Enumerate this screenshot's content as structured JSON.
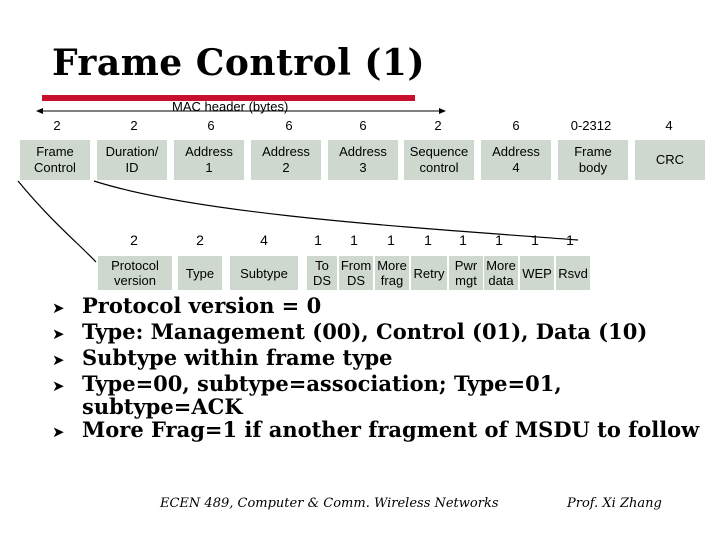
{
  "title": "Frame Control (1)",
  "mac_header_label": "MAC header (bytes)",
  "frame_sizes": [
    "2",
    "2",
    "6",
    "6",
    "6",
    "2",
    "6",
    "0-2312",
    "4"
  ],
  "frame_fields": [
    [
      "Frame",
      "Control"
    ],
    [
      "Duration/",
      "ID"
    ],
    [
      "Address",
      "1"
    ],
    [
      "Address",
      "2"
    ],
    [
      "Address",
      "3"
    ],
    [
      "Sequence",
      "control"
    ],
    [
      "Address",
      "4"
    ],
    [
      "Frame",
      "body"
    ],
    [
      "CRC",
      ""
    ]
  ],
  "fc_sizes": [
    "2",
    "2",
    "4",
    "1",
    "1",
    "1",
    "1",
    "1",
    "1",
    "1",
    "1"
  ],
  "fc_fields": [
    [
      "Protocol",
      "version"
    ],
    [
      "Type",
      ""
    ],
    [
      "Subtype",
      ""
    ],
    [
      "To",
      "DS"
    ],
    [
      "From",
      "DS"
    ],
    [
      "More",
      "frag"
    ],
    [
      "Retry",
      ""
    ],
    [
      "Pwr",
      "mgt"
    ],
    [
      "More",
      "data"
    ],
    [
      "WEP",
      ""
    ],
    [
      "Rsvd",
      ""
    ]
  ],
  "bullets": [
    "Protocol version = 0",
    "Type: Management (00), Control (01), Data (10)",
    "Subtype within frame type",
    "Type=00, subtype=association; Type=01, subtype=ACK",
    "More Frag=1 if another fragment of MSDU to follow"
  ],
  "footer": {
    "course": "ECEN 489, Computer & Comm. Wireless Networks",
    "author": "Prof. Xi Zhang"
  },
  "colors": {
    "accent_bar": "#c8102e",
    "cell_fill": "#cfd8cf"
  },
  "icons": {
    "bullet": "arrowhead-bullet-icon"
  }
}
